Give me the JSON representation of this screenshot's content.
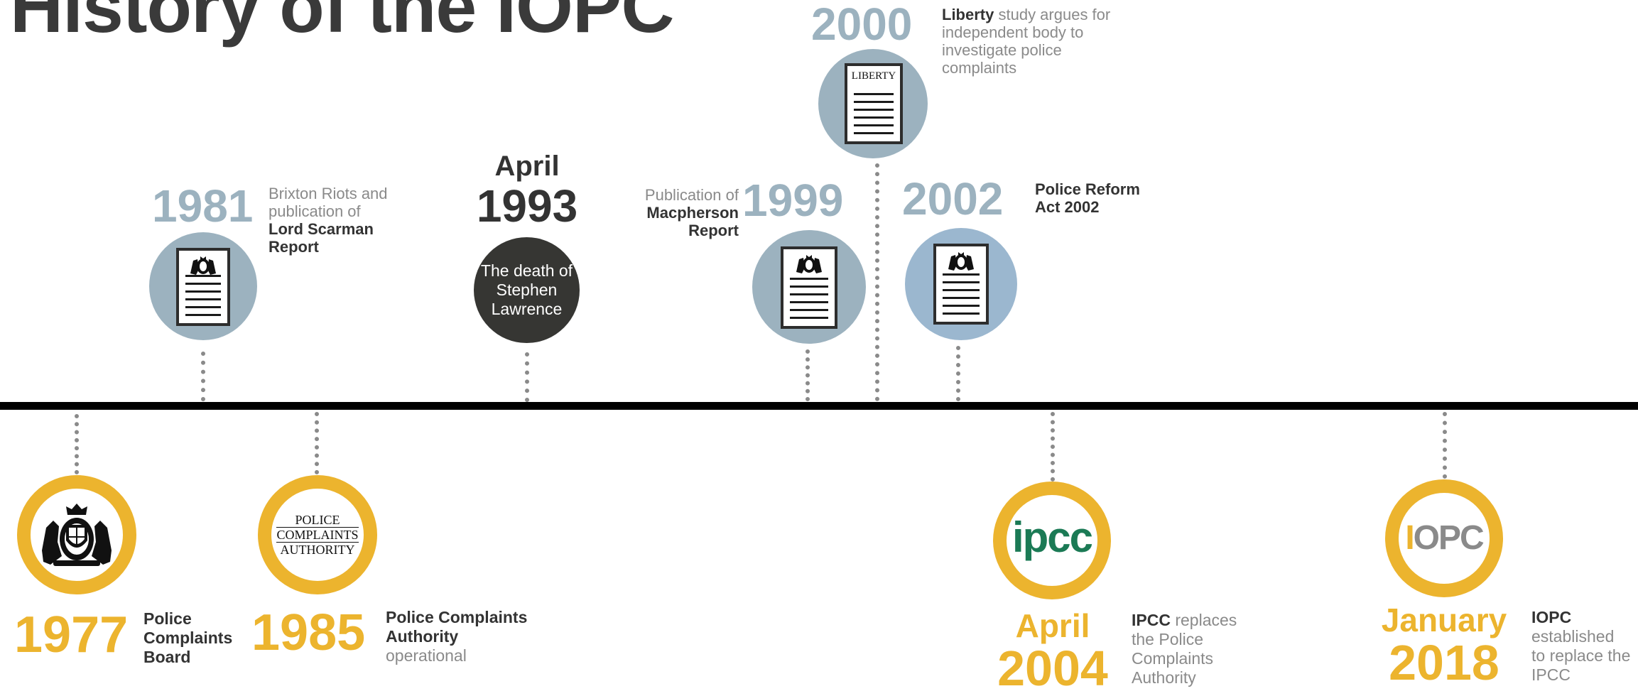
{
  "title": "History of the IOPC",
  "events": {
    "e1977": {
      "year": "1977",
      "line1": "Police",
      "line2": "Complaints",
      "line3": "Board"
    },
    "e1981": {
      "year": "1981",
      "pre": "Brixton Riots and publication of",
      "bold": "Lord Scarman Report"
    },
    "e1985": {
      "year": "1985",
      "bold": "Police Complaints Authority",
      "post": "operational",
      "logo1": "POLICE",
      "logo2": "COMPLAINTS",
      "logo3": "AUTHORITY"
    },
    "e1993": {
      "month": "April",
      "year": "1993",
      "circle_text": "The death of Stephen Lawrence"
    },
    "e1999": {
      "year": "1999",
      "pre": "Publication of",
      "bold": "Macpherson Report"
    },
    "e2000": {
      "year": "2000",
      "bold": "Liberty",
      "post": "study argues for independent body to investigate police complaints",
      "doc_label": "LIBERTY"
    },
    "e2002": {
      "year": "2002",
      "bold": "Police Reform Act 2002"
    },
    "e2004": {
      "month": "April",
      "year": "2004",
      "bold": "IPCC",
      "post": "replaces the Police Complaints Authority",
      "logo": "ipcc"
    },
    "e2018": {
      "month": "January",
      "year": "2018",
      "bold": "IOPC",
      "post": "established to replace the IPCC",
      "logo_i": "I",
      "logo_rest": "OPC"
    }
  },
  "colors": {
    "gold": "#ecb42e",
    "grey_blue": "#9cb2bf",
    "dark": "#333333",
    "ipcc_green": "#1b7a55"
  },
  "icons": [
    "royal-crest-icon",
    "document-icon"
  ]
}
